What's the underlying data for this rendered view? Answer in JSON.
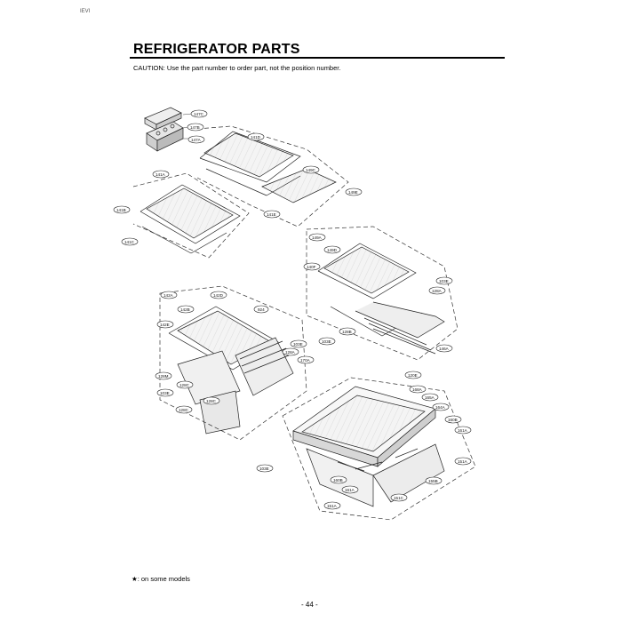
{
  "header": {
    "corner_mark": "IEVI",
    "title": "REFRIGERATOR PARTS",
    "caution": "CAUTION: Use the part number to order part, not the position number."
  },
  "labels": {
    "l147c": "147C",
    "l147b": "147B",
    "l147a": "147A",
    "l141d": "141D",
    "l149c": "149C",
    "l149e": "149E",
    "l141e": "141E",
    "l141a": "141A",
    "l141b": "141B",
    "l141c": "141C",
    "l149a": "149A",
    "l149d": "149D",
    "l140f": "140F",
    "l103e_a": "103E",
    "l128a_a": "128A",
    "l128b_a": "128B",
    "l103e_b": "103E",
    "l146a": "146A",
    "l142a": "142A",
    "l142d": "142D",
    "l142b": "142B",
    "l924": "924",
    "l142e": "142E",
    "l103e_c": "103E",
    "l128a_b": "128A",
    "l170a": "170A",
    "l128m": "128M",
    "l128c_a": "128C",
    "l103e_d": "103E",
    "l128c_b": "128C",
    "l128c_c": "128C",
    "l120e": "120E",
    "l168a": "168A",
    "l165a": "165A",
    "l164a": "164A",
    "l160b": "160B",
    "l161a_a": "161A",
    "l103e_e": "103E",
    "l151a_a": "151A",
    "l160b_b": "160B",
    "l161a_b": "161A",
    "l155b": "155B",
    "l151c": "151C",
    "l151a_b": "151A"
  },
  "footer": {
    "footnote": "★: on some models",
    "page_number": "- 44 -"
  }
}
